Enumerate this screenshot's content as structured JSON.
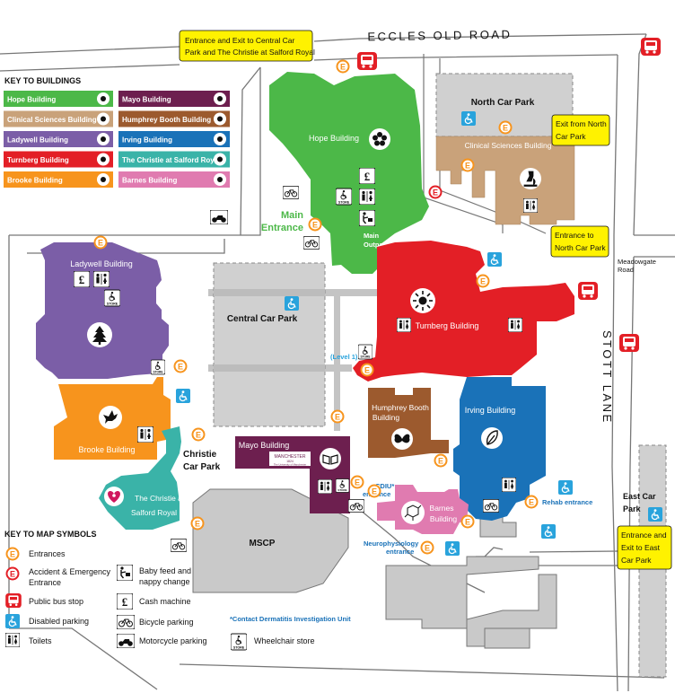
{
  "road_name": "ECCLES OLD ROAD",
  "stott_lane": "STOTT LANE",
  "meadowgate_road": [
    "Meadowgate",
    "Road"
  ],
  "callouts": {
    "top": [
      "Entrance and Exit to Central Car",
      "Park and The Christie at Salford Royal"
    ],
    "exit_north": [
      "Exit from North",
      "Car Park"
    ],
    "entrance_north": [
      "Entrance to",
      "North Car Park"
    ],
    "east_entrance": [
      "Entrance and",
      "Exit to East",
      "Car Park"
    ]
  },
  "key_buildings": {
    "title": "KEY TO BUILDINGS",
    "items": [
      {
        "label": "Hope Building",
        "color": "#4cb848",
        "icon": "flower-icon"
      },
      {
        "label": "Mayo Building",
        "color": "#6d1f4f",
        "icon": "manchester-logo-icon"
      },
      {
        "label": "Clinical Sciences Building",
        "color": "#c9a27a",
        "icon": "microscope-icon"
      },
      {
        "label": "Humphrey Booth Building",
        "color": "#9c5a2e",
        "icon": "butterfly-icon"
      },
      {
        "label": "Ladywell Building",
        "color": "#7b5ea7",
        "icon": "tree-icon"
      },
      {
        "label": "Irving Building",
        "color": "#1a72b8",
        "icon": "leaf-icon"
      },
      {
        "label": "Turnberg Building",
        "color": "#e31f26",
        "icon": "sun-icon"
      },
      {
        "label": "The Christie at Salford Royal",
        "color": "#3ab3a8",
        "icon": "christie-heart-icon"
      },
      {
        "label": "Brooke Building",
        "color": "#f7941d",
        "icon": "bird-icon"
      },
      {
        "label": "Barnes Building",
        "color": "#e07bb0",
        "icon": "molecule-icon"
      }
    ]
  },
  "key_symbols": {
    "title": "KEY TO MAP SYMBOLS",
    "left": [
      {
        "label": "Entrances",
        "icon": "entrance-icon"
      },
      {
        "label": "Accident & Emergency",
        "label2": "Entrance",
        "icon": "ae-entrance-icon"
      },
      {
        "label": "Public bus stop",
        "icon": "bus-icon"
      },
      {
        "label": "Disabled parking",
        "icon": "disabled-parking-icon"
      },
      {
        "label": "Toilets",
        "icon": "toilets-icon"
      }
    ],
    "right": [
      {
        "label": "Baby feed and",
        "label2": "nappy change",
        "icon": "baby-feed-icon"
      },
      {
        "label": "Cash machine",
        "icon": "cash-machine-icon"
      },
      {
        "label": "Bicycle parking",
        "icon": "bicycle-icon"
      },
      {
        "label": "Motorcycle parking",
        "icon": "motorcycle-icon"
      },
      {
        "label": "Wheelchair store",
        "icon": "wheelchair-store-icon"
      }
    ],
    "cdiu_note": "*Contact Dermatitis Investigation Unit"
  },
  "buildings": {
    "hope": "Hope Building",
    "clinical": "Clinical Sciences Building",
    "north_car_park": "North Car Park",
    "ladywell": "Ladywell Building",
    "central_car_park": "Central Car Park",
    "turnberg": "Turnberg Building",
    "main_outpatients": [
      "Main",
      "Outpatients"
    ],
    "main_entrance": [
      "Main",
      "Entrance"
    ],
    "brooke": "Brooke Building",
    "christie_car_park": [
      "Christie",
      "Car Park"
    ],
    "christie": [
      "The Christie at",
      "Salford Royal"
    ],
    "mayo": "Mayo Building",
    "mayo_logo": [
      "MANCHESTER",
      "1824",
      "The University of Manchester"
    ],
    "humphrey": [
      "Humphrey Booth",
      "Building"
    ],
    "irving": "Irving Building",
    "barnes": [
      "Barnes",
      "Building"
    ],
    "mscp": "MSCP",
    "level1": "(Level 1)",
    "cdiu": [
      "CDIU*",
      "entrance"
    ],
    "rehab": "Rehab entrance",
    "neuro": [
      "Neurophysiology",
      "entrance"
    ],
    "east_car_park": [
      "East Car",
      "Park"
    ]
  },
  "entrance_letter": "E",
  "store_label": "STORE"
}
